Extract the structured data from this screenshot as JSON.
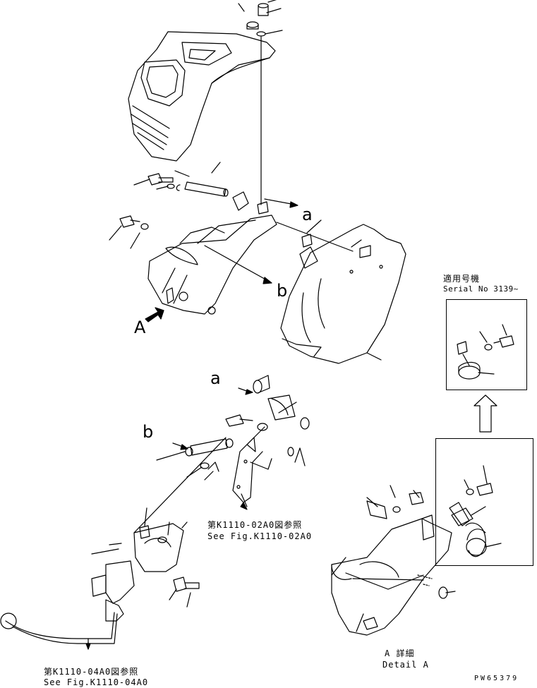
{
  "labels": {
    "a_upper": "a",
    "b_upper": "b",
    "a_lower": "a",
    "b_lower": "b",
    "view_a": "A"
  },
  "serial": {
    "line1": "適用号機",
    "line2": "Serial No 3139~"
  },
  "refs": {
    "k1110_02a0_jp": "第K1110-02A0図参照",
    "k1110_02a0_en": "See Fig.K1110-02A0",
    "k1110_04a0_jp": "第K1110-04A0図参照",
    "k1110_04a0_en": "See Fig.K1110-04A0"
  },
  "detail": {
    "jp": "A 詳細",
    "en": "Detail A"
  },
  "drawing_code": "PW65379",
  "colors": {
    "ink": "#000000",
    "paper": "#ffffff"
  }
}
